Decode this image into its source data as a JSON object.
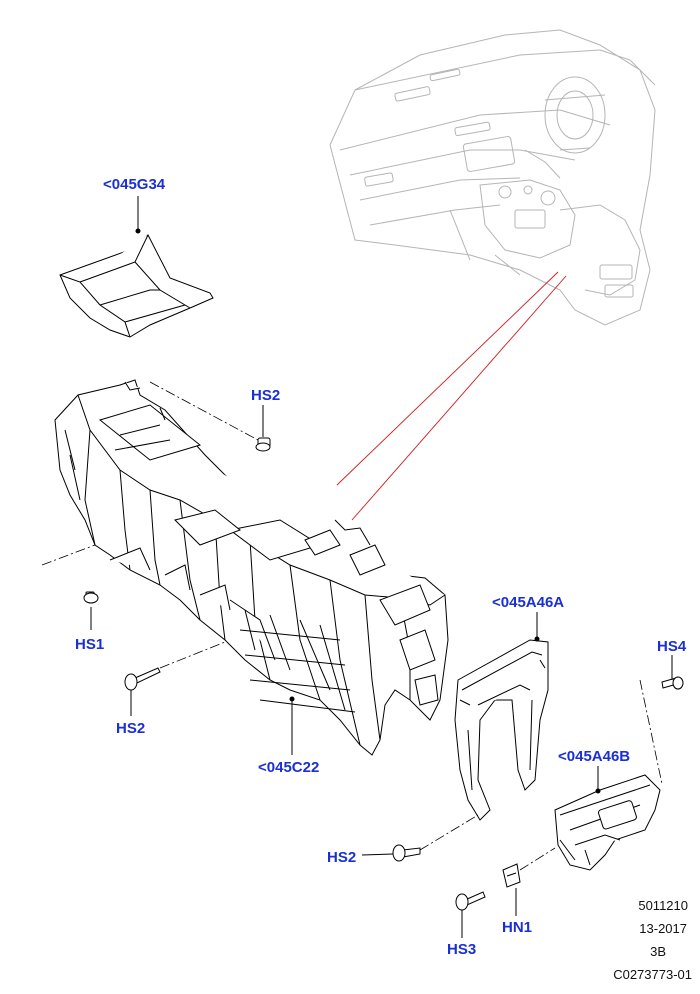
{
  "callouts": {
    "g34": "<045G34",
    "hs2_top": "HS2",
    "hs1": "HS1",
    "hs2_left": "HS2",
    "c22": "<045C22",
    "a46a": "<045A46A",
    "hs4": "HS4",
    "a46b": "<045A46B",
    "hs2_bottom": "HS2",
    "hn1": "HN1",
    "hs3": "HS3"
  },
  "footer": {
    "line1": "5011210",
    "line2": "13-2017",
    "line3": "3B",
    "line4": "C0273773-01"
  },
  "colors": {
    "callout_text": "#1a2fd6",
    "part_line": "#000000",
    "reference_line": "#d11a1a",
    "vehicle_line": "#b5b5b5"
  }
}
